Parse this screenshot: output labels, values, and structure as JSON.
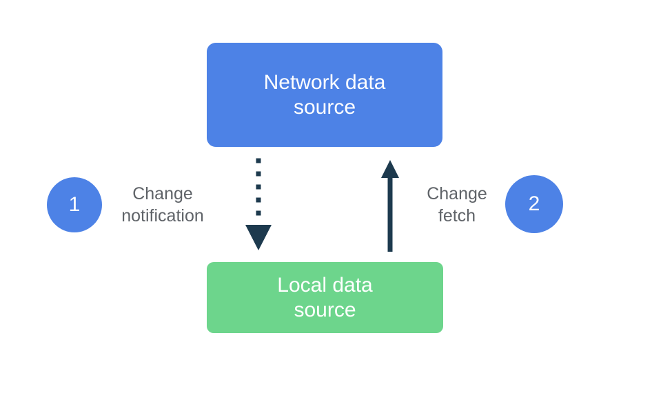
{
  "network_box": {
    "lines": [
      "Network data",
      "source"
    ]
  },
  "local_box": {
    "lines": [
      "Local data",
      "source"
    ]
  },
  "steps": {
    "one": {
      "number": "1",
      "label_lines": [
        "Change",
        "notification"
      ]
    },
    "two": {
      "number": "2",
      "label_lines": [
        "Change",
        "fetch"
      ]
    }
  },
  "arrows": {
    "change_notification": {
      "style": "dotted",
      "direction": "down"
    },
    "change_fetch": {
      "style": "solid",
      "direction": "up"
    }
  },
  "colors": {
    "box_blue": "#4d82e6",
    "box_green": "#6dd58c",
    "circle_blue": "#4d82e6",
    "arrow_navy": "#1d3a4e",
    "label_gray": "#5f6368",
    "box_text": "#ffffff"
  }
}
